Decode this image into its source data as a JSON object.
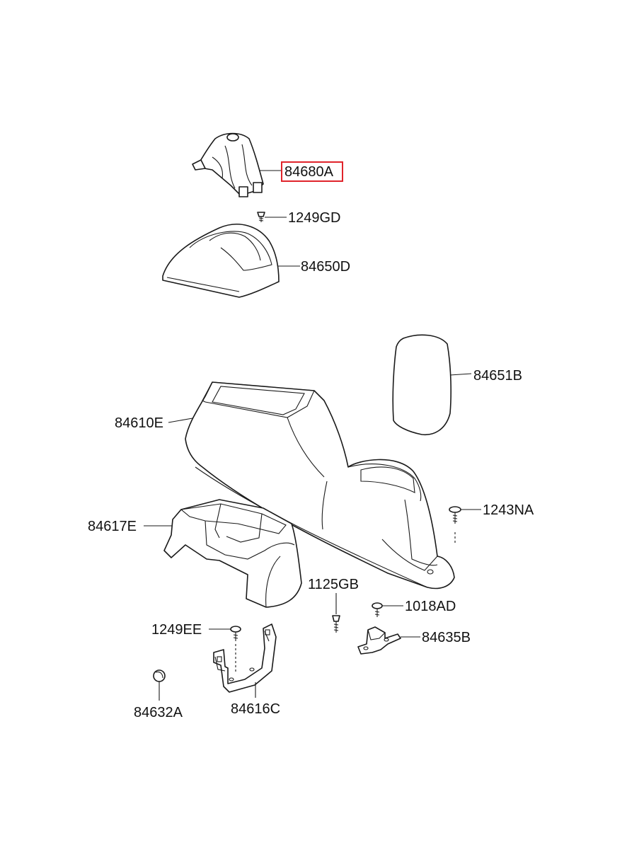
{
  "colors": {
    "line": "#1a1a1a",
    "highlight": "#e0242b",
    "background": "#ffffff"
  },
  "callouts": {
    "p84680A": "84680A",
    "p1249GD": "1249GD",
    "p84650D": "84650D",
    "p84651B": "84651B",
    "p84610E": "84610E",
    "p1243NA": "1243NA",
    "p84617E": "84617E",
    "p1125GB": "1125GB",
    "p1018AD": "1018AD",
    "p1249EE": "1249EE",
    "p84635B": "84635B",
    "p84632A": "84632A",
    "p84616C": "84616C"
  },
  "highlighted_part": "84680A"
}
